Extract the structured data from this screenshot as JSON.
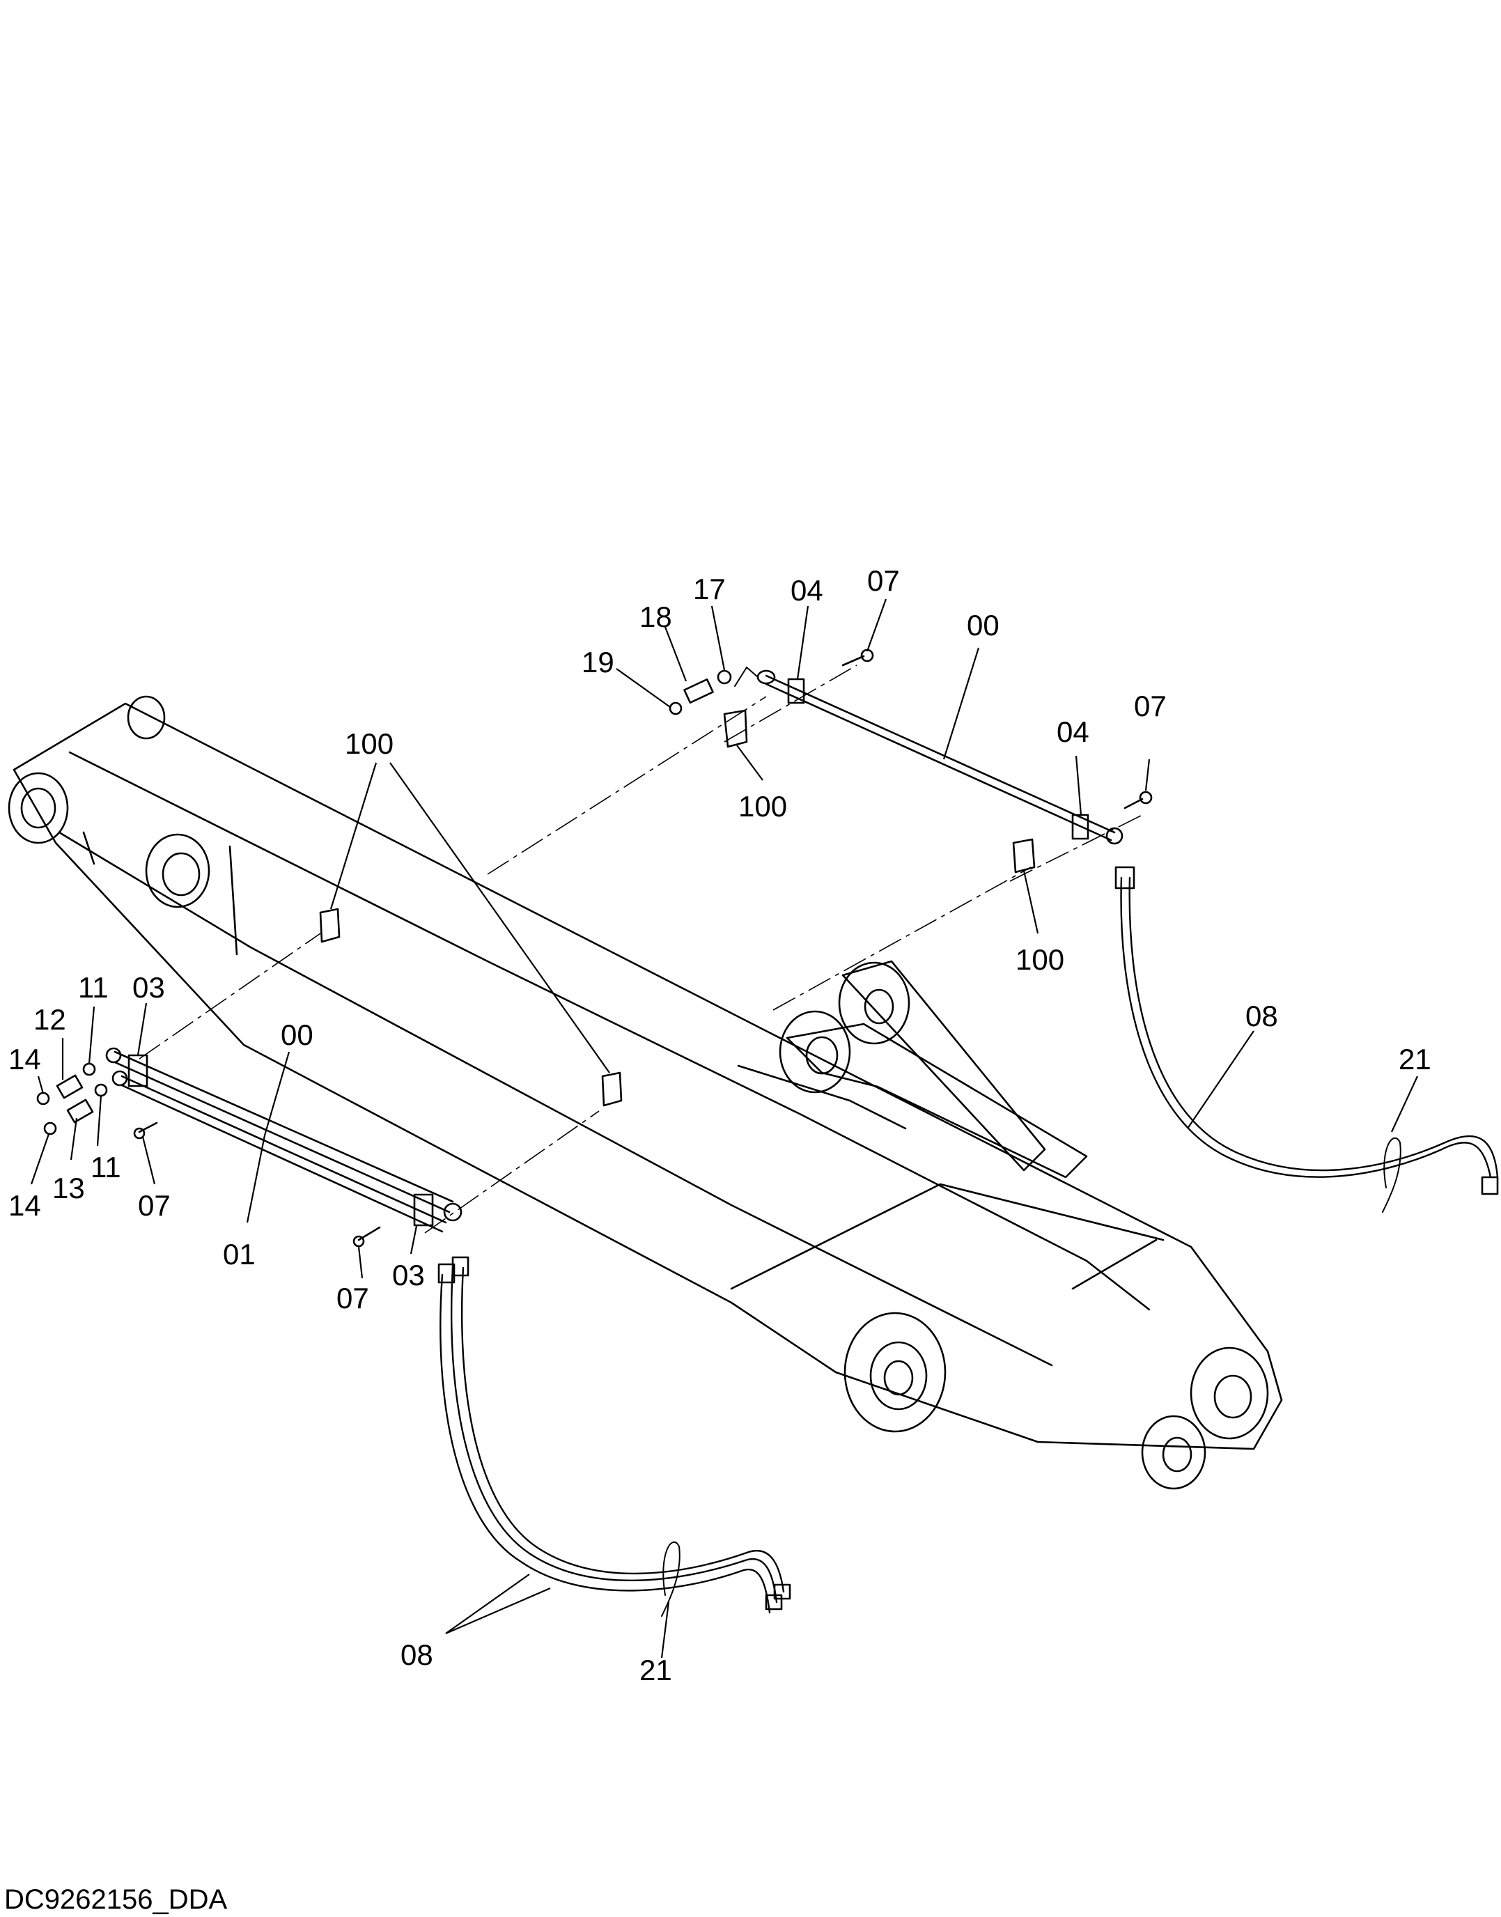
{
  "drawing": {
    "code": "DC9262156_DDA",
    "callouts": {
      "c17": "17",
      "c04_a": "04",
      "c07_a": "07",
      "c18": "18",
      "c00_a": "00",
      "c19": "19",
      "c07_b": "07",
      "c04_b": "04",
      "c100_a": "100",
      "c100_b": "100",
      "c100_c": "100",
      "c08_a": "08",
      "c11_a": "11",
      "c03_a": "03",
      "c12": "12",
      "c00_b": "00",
      "c14_a": "14",
      "c21_a": "21",
      "c11_b": "11",
      "c13": "13",
      "c14_b": "14",
      "c07_c": "07",
      "c01": "01",
      "c03_b": "03",
      "c07_d": "07",
      "c08_b": "08",
      "c21_b": "21"
    }
  }
}
